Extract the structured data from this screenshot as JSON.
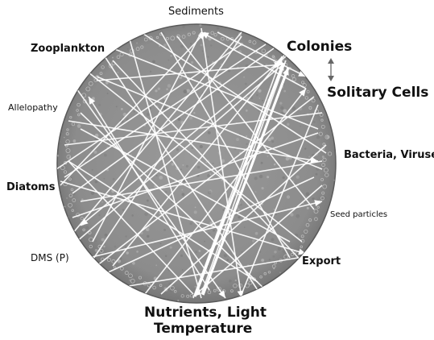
{
  "labels": {
    "sediments": "Sediments",
    "zooplankton": "Zooplankton",
    "colonies": "Colonies",
    "solitary_cells": "Solitary Cells",
    "allelopathy": "Allelopathy",
    "bacteria_viruses": "Bacteria, Viruses",
    "diatoms": "Diatoms",
    "seed_particles": "Seed particles",
    "dms": "DMS (P)",
    "export": "Export",
    "nutrients_line1": "Nutrients, Light",
    "nutrients_line2": "Temperature"
  },
  "colors": {
    "circle_fill": "#8a8a8a",
    "circle_speckle": "#b8b8b8",
    "arrow": "#ffffff",
    "text": "#111111",
    "link_arrow": "#666666"
  }
}
